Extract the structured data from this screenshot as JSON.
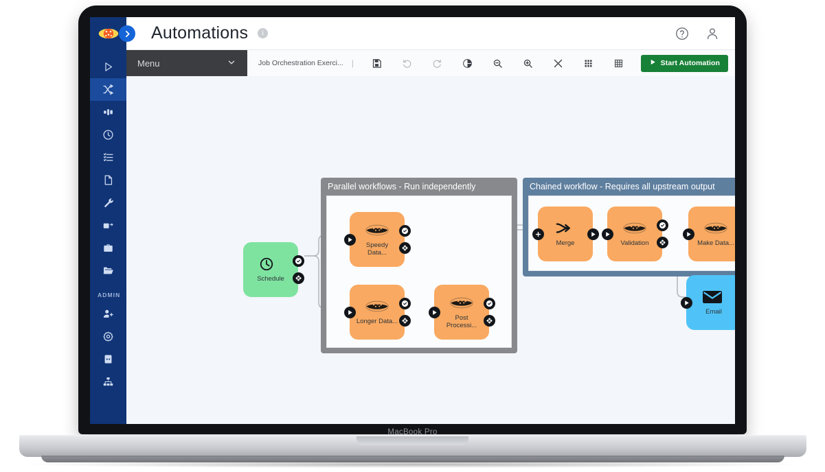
{
  "device": {
    "label": "MacBook Pro"
  },
  "header": {
    "title": "Automations",
    "info_icon": "info-icon",
    "brand_logo": "brand-logo-icon",
    "expand_icon": "chevron-right-icon",
    "help_icon": "help-circle-icon",
    "account_icon": "user-account-icon"
  },
  "sidebar": {
    "section_label": "ADMIN",
    "items": [
      {
        "name": "play-outline-icon",
        "icon": "play-outline",
        "active": false
      },
      {
        "name": "workflow-shuffle-icon",
        "icon": "shuffle",
        "active": true
      },
      {
        "name": "flow-connector-icon",
        "icon": "connector",
        "active": false
      },
      {
        "name": "clock-icon",
        "icon": "clock",
        "active": false
      },
      {
        "name": "list-checklist-icon",
        "icon": "list",
        "active": false
      },
      {
        "name": "document-icon",
        "icon": "document",
        "active": false
      },
      {
        "name": "wrench-icon",
        "icon": "wrench",
        "active": false
      },
      {
        "name": "package-share-icon",
        "icon": "package",
        "active": false
      },
      {
        "name": "briefcase-icon",
        "icon": "briefcase",
        "active": false
      },
      {
        "name": "folder-open-icon",
        "icon": "folder",
        "active": false
      }
    ],
    "admin_items": [
      {
        "name": "add-user-icon",
        "icon": "add-user"
      },
      {
        "name": "gear-icon",
        "icon": "gear"
      },
      {
        "name": "server-icon",
        "icon": "server"
      },
      {
        "name": "org-chart-icon",
        "icon": "org-chart"
      }
    ]
  },
  "toolbar": {
    "menu_label": "Menu",
    "menu_caret": "chevron-down-icon",
    "document_name": "Job Orchestration Exerci...",
    "separator": "|",
    "buttons": [
      {
        "name": "save-button",
        "icon": "save",
        "dim": false
      },
      {
        "name": "undo-button",
        "icon": "undo",
        "dim": true
      },
      {
        "name": "redo-button",
        "icon": "redo",
        "dim": true
      },
      {
        "name": "globe-button",
        "icon": "globe",
        "dim": false
      },
      {
        "name": "zoom-out-button",
        "icon": "zoom-out",
        "dim": false
      },
      {
        "name": "zoom-in-button",
        "icon": "zoom-in",
        "dim": false
      },
      {
        "name": "fit-screen-button",
        "icon": "fit-screen",
        "dim": false
      },
      {
        "name": "grid-button",
        "icon": "grid",
        "dim": false
      },
      {
        "name": "snap-grid-button",
        "icon": "snap-grid",
        "dim": false
      }
    ],
    "start_label": "Start Automation",
    "start_icon": "play-icon",
    "start_color": "#188138"
  },
  "canvas": {
    "background": "#f3f6fa",
    "groups": [
      {
        "id": "parallel",
        "title": "Parallel workflows - Run independently",
        "color": "#87898c"
      },
      {
        "id": "chained",
        "title": "Chained workflow - Requires all upstream output",
        "color": "#5f7f9f"
      }
    ],
    "nodes": [
      {
        "id": "schedule",
        "label": "Schedule",
        "icon": "clock-icon",
        "color": "#7fe3a0",
        "type": "green"
      },
      {
        "id": "speedy",
        "label": "Speedy Data...",
        "icon": "alteryx-icon",
        "color": "#f9a961",
        "type": "orange"
      },
      {
        "id": "longer",
        "label": "Longer Data...",
        "icon": "alteryx-icon",
        "color": "#f9a961",
        "type": "orange"
      },
      {
        "id": "post",
        "label": "Post Processi...",
        "icon": "alteryx-icon",
        "color": "#f9a961",
        "type": "orange"
      },
      {
        "id": "merge",
        "label": "Merge",
        "icon": "merge-arrow-icon",
        "color": "#f9a961",
        "type": "orange"
      },
      {
        "id": "validation",
        "label": "Validation",
        "icon": "alteryx-icon",
        "color": "#f9a961",
        "type": "orange"
      },
      {
        "id": "make",
        "label": "Make Data...",
        "icon": "alteryx-icon",
        "color": "#f9a961",
        "type": "orange"
      },
      {
        "id": "email",
        "label": "Email",
        "icon": "envelope-icon",
        "color": "#4fc3f7",
        "type": "blue"
      }
    ],
    "port_icons": {
      "in": "play-port-icon",
      "success": "check-port-icon",
      "error": "x-port-icon",
      "merge_in": "plus-port-icon"
    }
  }
}
